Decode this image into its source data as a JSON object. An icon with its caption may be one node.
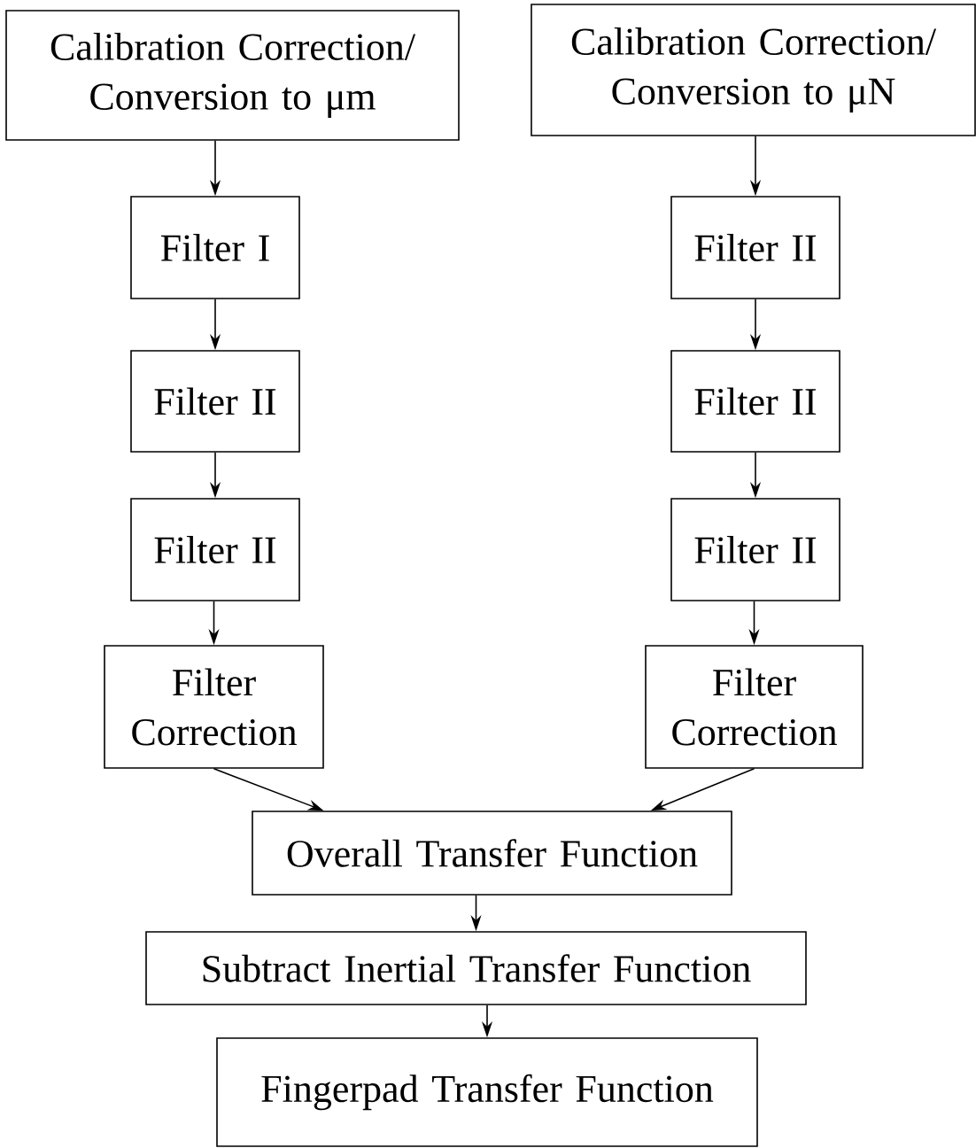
{
  "diagram": {
    "nodes": [
      {
        "text": [
          "Calibration Correction/ Conversion to μm"
        ]
      },
      {
        "text": [
          "Calibration Correction/ Conversion to μN"
        ]
      },
      {
        "text": [
          "Filter I"
        ]
      },
      {
        "text": [
          "Filter II"
        ]
      },
      {
        "text": [
          "Filter II"
        ]
      },
      {
        "text": [
          "Filter Correction"
        ]
      },
      {
        "text": [
          "Filter II"
        ]
      },
      {
        "text": [
          "Filter II"
        ]
      },
      {
        "text": [
          "Filter II"
        ]
      },
      {
        "text": [
          "Filter Correction"
        ]
      },
      {
        "text": [
          "Overall Transfer Function"
        ]
      },
      {
        "text": [
          "Subtract Inertial Transfer Function"
        ]
      },
      {
        "text": [
          "Fingerpad Transfer Function"
        ]
      }
    ],
    "edges": [
      {
        "from": 0,
        "to": 2,
        "arrow": "to"
      },
      {
        "from": 2,
        "to": 3,
        "arrow": "to"
      },
      {
        "from": 3,
        "to": 4,
        "arrow": "to"
      },
      {
        "from": 4,
        "to": 5,
        "arrow": "to"
      },
      {
        "from": 1,
        "to": 6,
        "arrow": "to"
      },
      {
        "from": 6,
        "to": 7,
        "arrow": "to"
      },
      {
        "from": 7,
        "to": 8,
        "arrow": "to"
      },
      {
        "from": 8,
        "to": 9,
        "arrow": "to"
      },
      {
        "from": 5,
        "to": 10,
        "arrow": "to"
      },
      {
        "from": 9,
        "to": 10,
        "arrow": "to"
      },
      {
        "from": 10,
        "to": 11,
        "arrow": "to"
      },
      {
        "from": 11,
        "to": 12,
        "arrow": "to"
      }
    ]
  }
}
